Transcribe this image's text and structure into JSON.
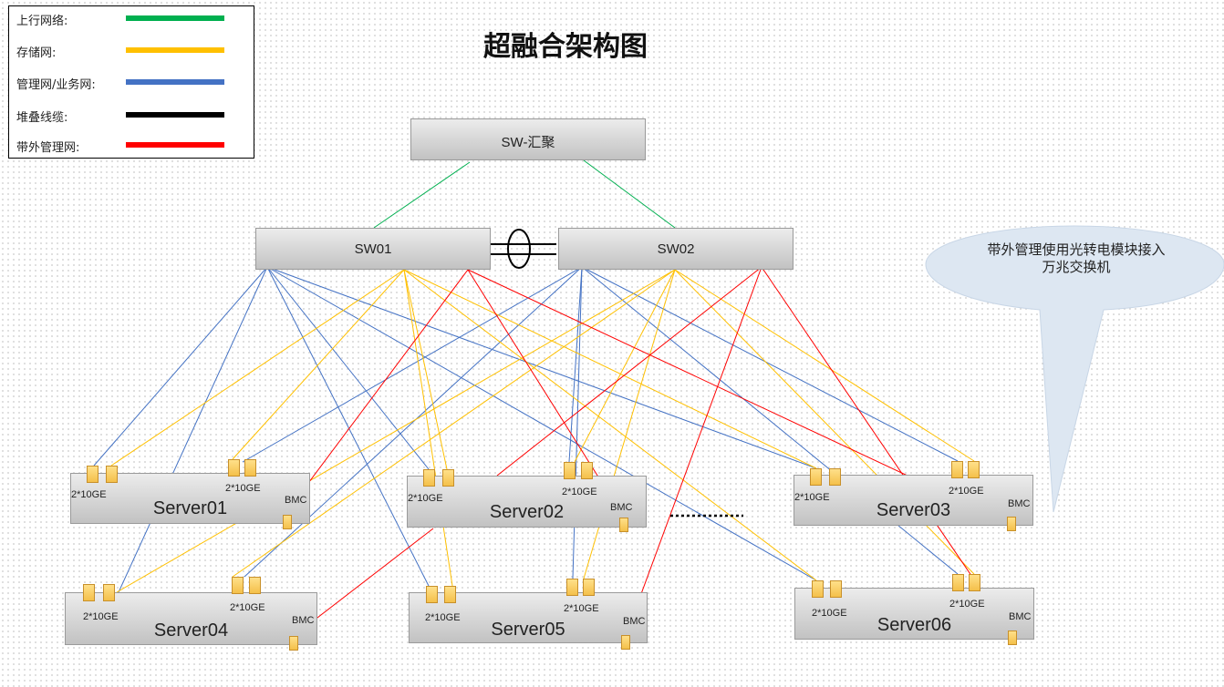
{
  "title": "超融合架构图",
  "legend": [
    {
      "label": "上行网络:",
      "color": "#00b050"
    },
    {
      "label": "存储网:",
      "color": "#ffc000"
    },
    {
      "label": "管理网/业务网:",
      "color": "#4472c4"
    },
    {
      "label": "堆叠线缆:",
      "color": "#000000"
    },
    {
      "label": "带外管理网:",
      "color": "#ff0000"
    }
  ],
  "switches": {
    "aggregation": "SW-汇聚",
    "sw01": "SW01",
    "sw02": "SW02"
  },
  "servers": [
    {
      "name": "Server01",
      "port_a": "2*10GE",
      "port_b": "2*10GE",
      "bmc": "BMC"
    },
    {
      "name": "Server02",
      "port_a": "2*10GE",
      "port_b": "2*10GE",
      "bmc": "BMC"
    },
    {
      "name": "Server03",
      "port_a": "2*10GE",
      "port_b": "2*10GE",
      "bmc": "BMC"
    },
    {
      "name": "Server04",
      "port_a": "2*10GE",
      "port_b": "2*10GE",
      "bmc": "BMC"
    },
    {
      "name": "Server05",
      "port_a": "2*10GE",
      "port_b": "2*10GE",
      "bmc": "BMC"
    },
    {
      "name": "Server06",
      "port_a": "2*10GE",
      "port_b": "2*10GE",
      "bmc": "BMC"
    }
  ],
  "callout": {
    "line1": "带外管理使用光转电模块接入",
    "line2": "万兆交换机"
  },
  "colors": {
    "uplink": "#00b050",
    "storage": "#ffc000",
    "management": "#4472c4",
    "stacking": "#000000",
    "oob": "#ff0000",
    "callout_fill": "#dde7f2"
  }
}
